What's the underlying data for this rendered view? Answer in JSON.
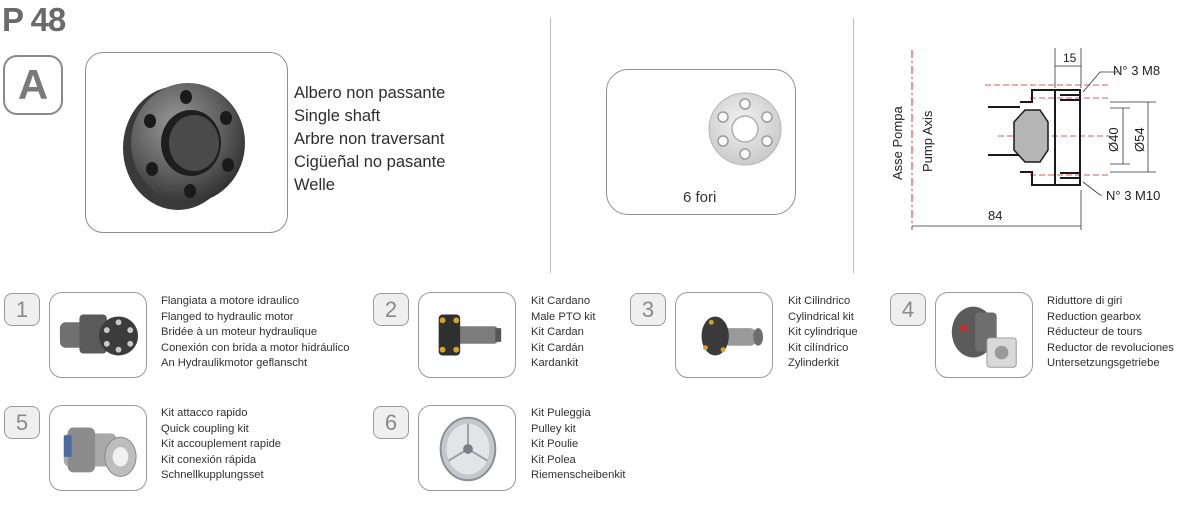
{
  "page_title": "P 48",
  "variant": {
    "badge": "A",
    "description_lines": [
      "Albero non passante",
      "Single shaft",
      "Arbre non traversant",
      "Cigüeñal no pasante",
      "Welle"
    ],
    "holes_label": "6 fori"
  },
  "diagram": {
    "label_asse_pompa": "Asse Pompa",
    "label_pump_axis": "Pump Axis",
    "dim_15": "15",
    "dim_84": "84",
    "dim_d40": "Ø40",
    "dim_d54": "Ø54",
    "screw_top": "N° 3 M8",
    "screw_bottom": "N° 3 M10"
  },
  "accessories": [
    {
      "number": "1",
      "image_icon": "hydraulic-motor-flange-icon",
      "lines": [
        "Flangiata a motore idraulico",
        "Flanged to hydraulic motor",
        "Bridée à un moteur hydraulique",
        "Conexión con brida a motor hidráulico",
        "An Hydraulikmotor geflanscht"
      ]
    },
    {
      "number": "2",
      "image_icon": "cardan-kit-icon",
      "lines": [
        "Kit Cardano",
        "Male PTO kit",
        "Kit Cardan",
        "Kit Cardán",
        "Kardankit"
      ]
    },
    {
      "number": "3",
      "image_icon": "cylindrical-kit-icon",
      "lines": [
        "Kit Cilindrico",
        "Cylindrical kit",
        "Kit cylindrique",
        "Kit cilíndrico",
        "Zylinderkit"
      ]
    },
    {
      "number": "4",
      "image_icon": "reduction-gearbox-icon",
      "lines": [
        "Riduttore di giri",
        "Reduction gearbox",
        "Réducteur de tours",
        "Reductor de revoluciones",
        "Untersetzungsgetriebe"
      ]
    },
    {
      "number": "5",
      "image_icon": "quick-coupling-icon",
      "lines": [
        "Kit attacco rapido",
        "Quick coupling kit",
        "Kit accouplement rapide",
        "Kit conexión rápida",
        "Schnellkupplungsset"
      ]
    },
    {
      "number": "6",
      "image_icon": "pulley-kit-icon",
      "lines": [
        "Kit Puleggia",
        "Pulley kit",
        "Kit Poulie",
        "Kit Polea",
        "Riemenscheibenkit"
      ]
    }
  ]
}
